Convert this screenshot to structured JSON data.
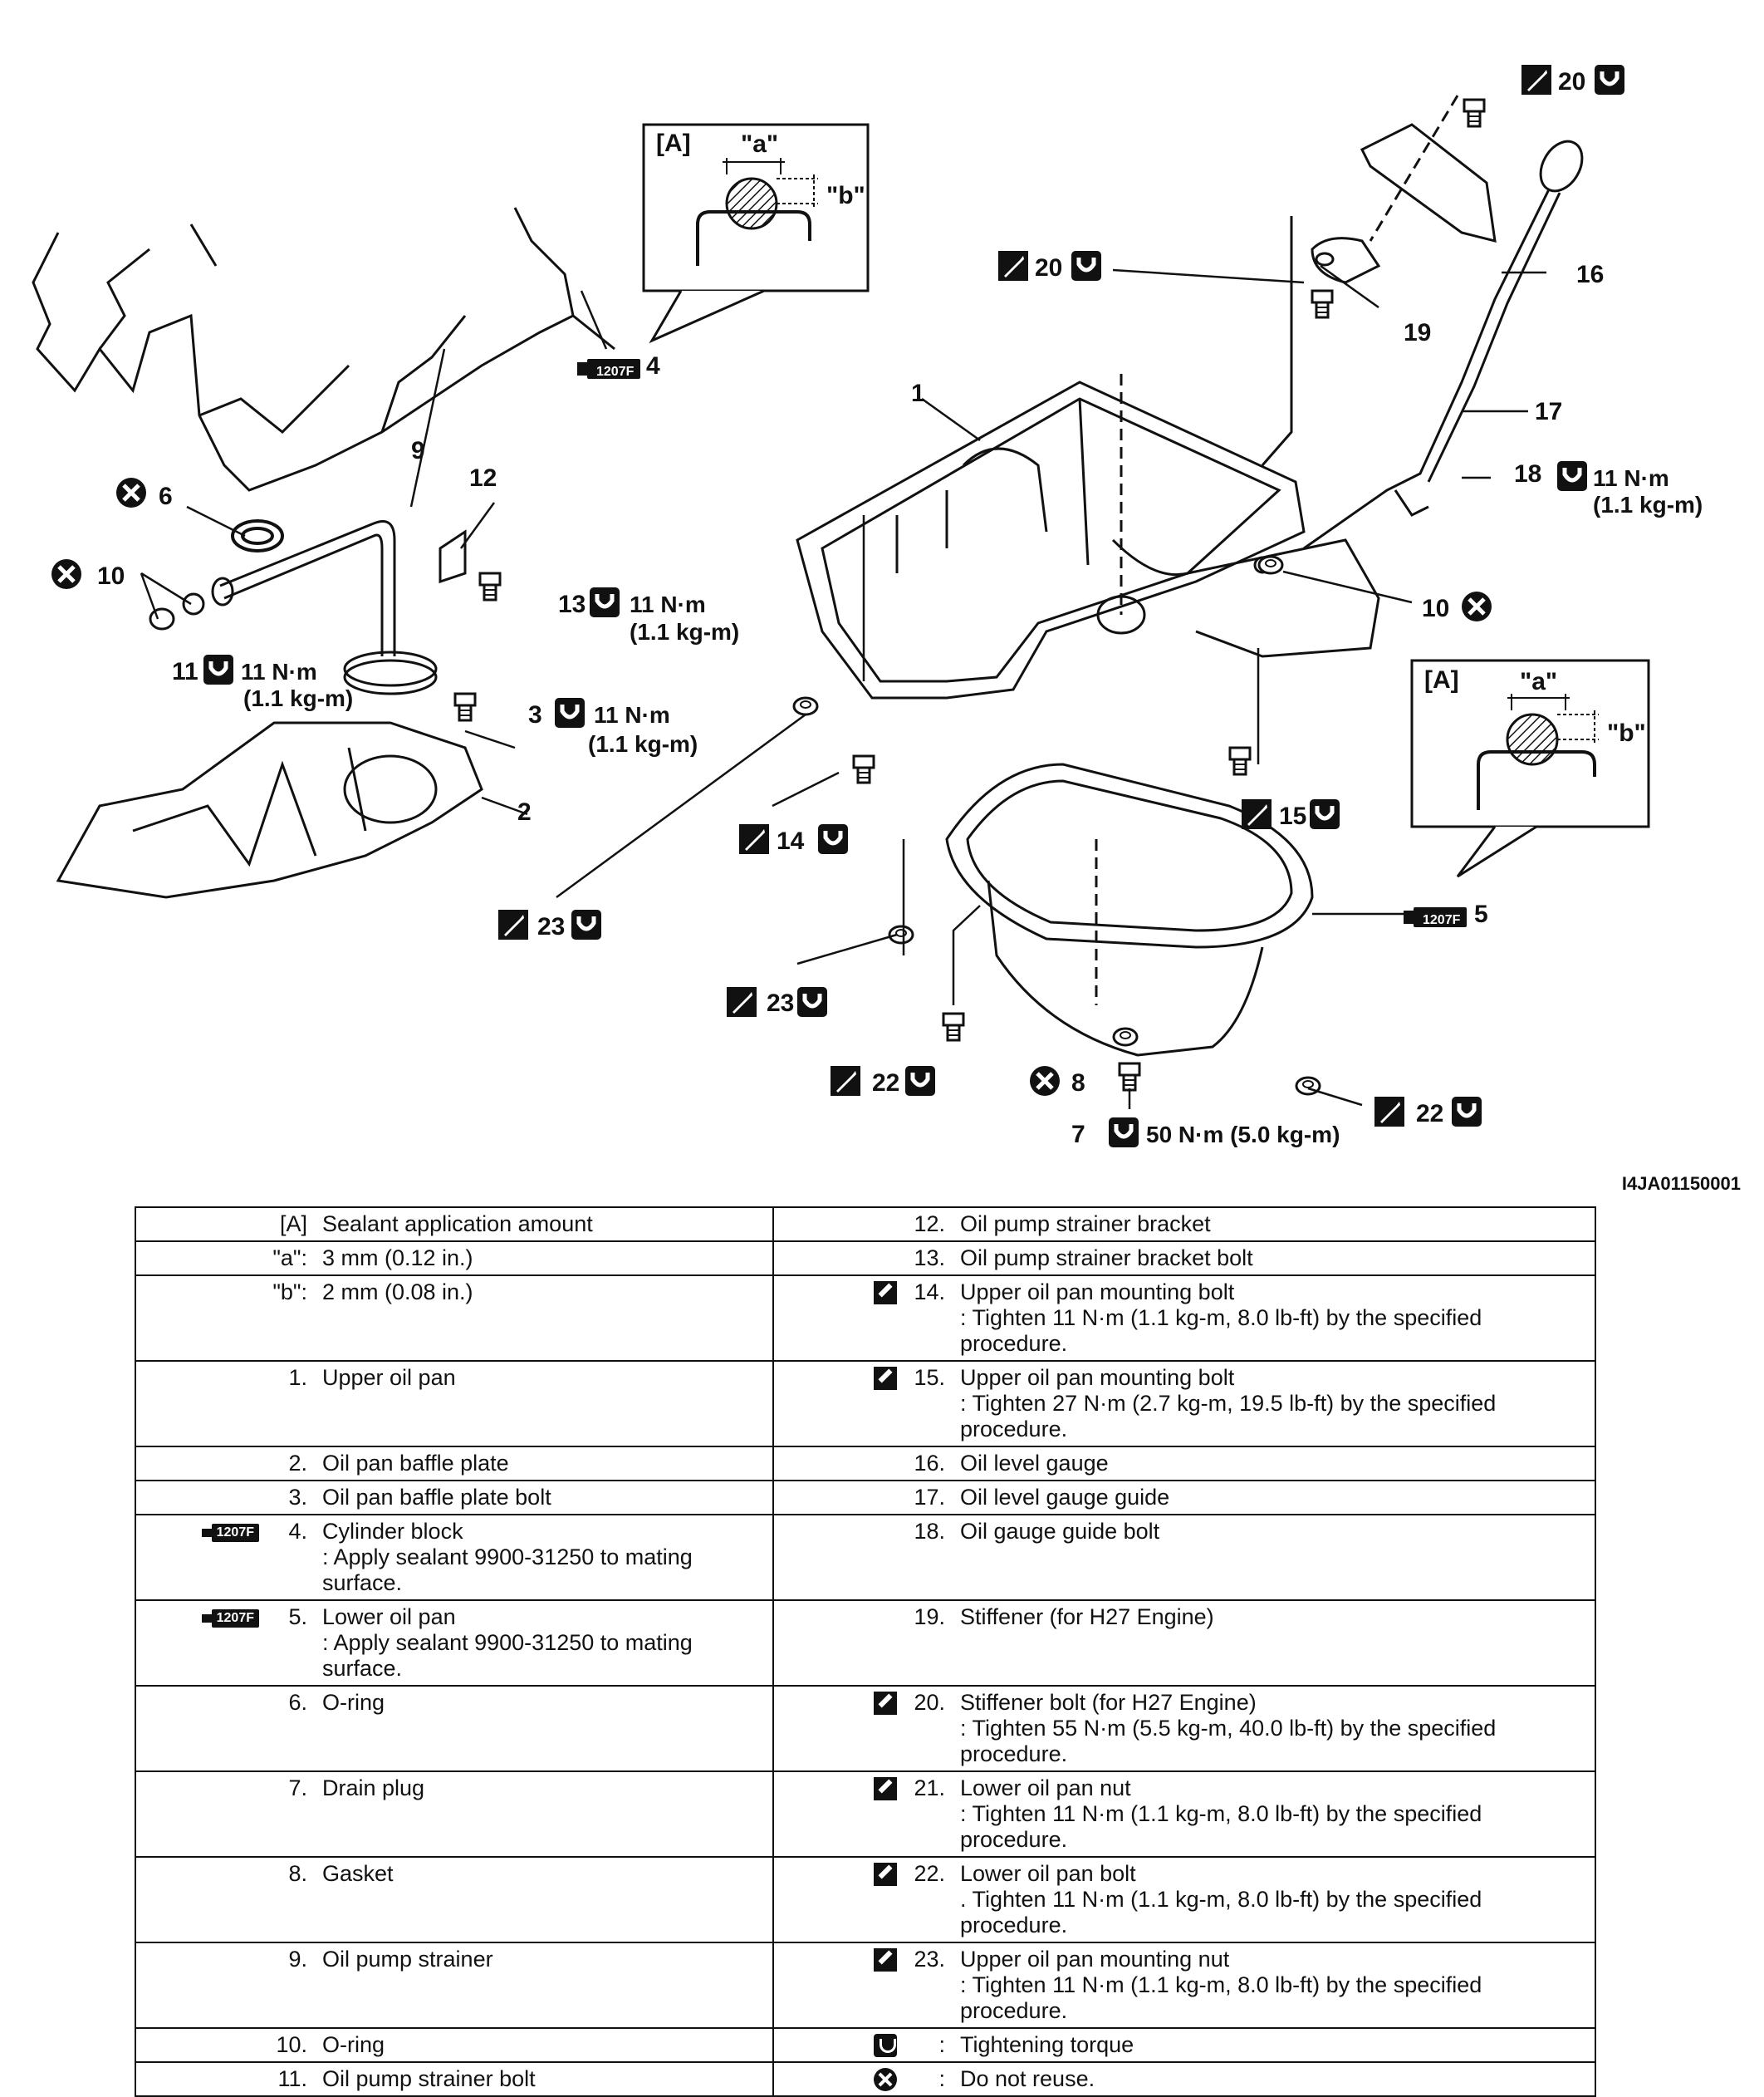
{
  "callouts": {
    "c1": "1",
    "c2": "2",
    "c3": "3",
    "c4": "4",
    "c5": "5",
    "c6": "6",
    "c7": "7",
    "c8": "8",
    "c9": "9",
    "c10a": "10",
    "c10b": "10",
    "c11": "11",
    "c12": "12",
    "c13": "13",
    "c14": "14",
    "c15": "15",
    "c16": "16",
    "c17": "17",
    "c18": "18",
    "c19": "19",
    "c20a": "20",
    "c20b": "20",
    "c22a": "22",
    "c22b": "22",
    "c23a": "23",
    "c23b": "23"
  },
  "torques": {
    "t3": "11 N·m",
    "t3b": "(1.1 kg-m)",
    "t7": "50 N·m (5.0 kg-m)",
    "t11": "11 N·m",
    "t11b": "(1.1 kg-m)",
    "t13": "11 N·m",
    "t13b": "(1.1 kg-m)",
    "t18": "11 N·m",
    "t18b": "(1.1 kg-m)"
  },
  "detail_a": {
    "label": "[A]",
    "dim_a": "\"a\"",
    "dim_b": "\"b\""
  },
  "sealant_code": "1207F",
  "ref_code": "I4JA01150001",
  "legend": {
    "rows": [
      {
        "l_num": "[A]",
        "l_txt": "Sealant application amount",
        "l_sub": "",
        "r_num": "12.",
        "r_txt": "Oil pump strainer bracket",
        "r_sub": ""
      },
      {
        "l_num": "\"a\":",
        "l_txt": "3 mm (0.12 in.)",
        "l_sub": "",
        "r_num": "13.",
        "r_txt": "Oil pump strainer bracket bolt",
        "r_sub": ""
      },
      {
        "l_num": "\"b\":",
        "l_txt": "2 mm (0.08 in.)",
        "l_sub": "",
        "r_num": "14.",
        "r_txt": "Upper oil pan mounting bolt",
        "r_sub": ": Tighten 11 N·m (1.1 kg-m, 8.0 lb-ft) by the specified procedure."
      },
      {
        "l_num": "1.",
        "l_txt": "Upper oil pan",
        "l_sub": "",
        "r_num": "15.",
        "r_txt": "Upper oil pan mounting bolt",
        "r_sub": ": Tighten 27 N·m (2.7 kg-m, 19.5 lb-ft) by the specified procedure."
      },
      {
        "l_num": "2.",
        "l_txt": "Oil pan baffle plate",
        "l_sub": "",
        "r_num": "16.",
        "r_txt": "Oil level gauge",
        "r_sub": ""
      },
      {
        "l_num": "3.",
        "l_txt": "Oil pan baffle plate bolt",
        "l_sub": "",
        "r_num": "17.",
        "r_txt": "Oil level gauge guide",
        "r_sub": ""
      },
      {
        "l_num": "4.",
        "l_txt": "Cylinder block",
        "l_sub": ": Apply sealant 9900-31250 to mating surface.",
        "r_num": "18.",
        "r_txt": "Oil gauge guide bolt",
        "r_sub": ""
      },
      {
        "l_num": "5.",
        "l_txt": "Lower oil pan",
        "l_sub": ": Apply sealant 9900-31250 to mating surface.",
        "r_num": "19.",
        "r_txt": "Stiffener (for H27 Engine)",
        "r_sub": ""
      },
      {
        "l_num": "6.",
        "l_txt": "O-ring",
        "l_sub": "",
        "r_num": "20.",
        "r_txt": "Stiffener bolt (for H27 Engine)",
        "r_sub": ": Tighten 55 N·m (5.5 kg-m, 40.0 lb-ft) by the specified procedure."
      },
      {
        "l_num": "7.",
        "l_txt": "Drain plug",
        "l_sub": "",
        "r_num": "21.",
        "r_txt": "Lower oil pan nut",
        "r_sub": ": Tighten 11 N·m (1.1 kg-m, 8.0 lb-ft) by the specified procedure."
      },
      {
        "l_num": "8.",
        "l_txt": "Gasket",
        "l_sub": "",
        "r_num": "22.",
        "r_txt": "Lower oil pan bolt",
        "r_sub": ". Tighten 11 N·m (1.1 kg-m, 8.0 lb-ft) by the specified procedure."
      },
      {
        "l_num": "9.",
        "l_txt": "Oil pump strainer",
        "l_sub": "",
        "r_num": "23.",
        "r_txt": "Upper oil pan mounting nut",
        "r_sub": ": Tighten 11 N·m (1.1 kg-m, 8.0 lb-ft) by the specified procedure."
      },
      {
        "l_num": "10.",
        "l_txt": "O-ring",
        "l_sub": "",
        "r_num": ":",
        "r_txt": "Tightening torque",
        "r_sub": ""
      },
      {
        "l_num": "11.",
        "l_txt": "Oil pump strainer bolt",
        "l_sub": "",
        "r_num": ":",
        "r_txt": "Do not reuse.",
        "r_sub": ""
      }
    ]
  }
}
